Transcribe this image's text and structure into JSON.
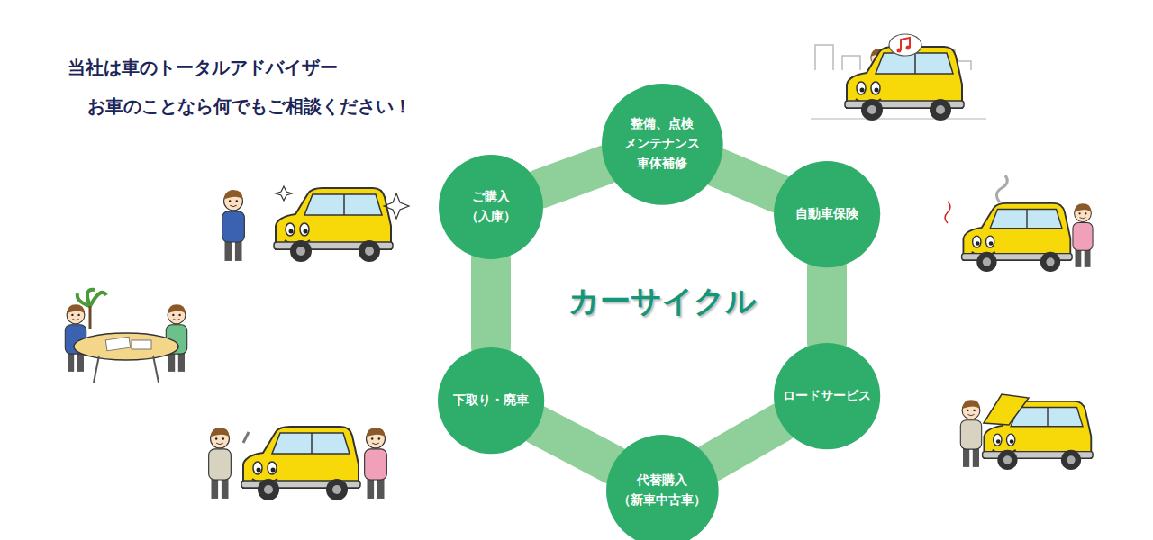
{
  "diagram": {
    "title": "当社は車のトータルアドバイザー",
    "nodes": [
      {
        "text": [
          "整備、点検 メンテナンス 車体補修"
        ]
      },
      {
        "text": [
          "ご購入 （入庫）"
        ]
      },
      {
        "text": [
          "自動車保険"
        ]
      },
      {
        "text": [
          "下取り・廃車"
        ]
      },
      {
        "text": [
          "ロードサービス"
        ]
      },
      {
        "text": [
          "代替購入 （新車中古車）"
        ]
      }
    ],
    "edges": [
      {
        "from": 0,
        "to": 2,
        "arrow": "none"
      },
      {
        "from": 2,
        "to": 4,
        "arrow": "none"
      },
      {
        "from": 4,
        "to": 5,
        "arrow": "none"
      },
      {
        "from": 5,
        "to": 3,
        "arrow": "none"
      },
      {
        "from": 3,
        "to": 1,
        "arrow": "none"
      },
      {
        "from": 1,
        "to": 0,
        "arrow": "none"
      }
    ],
    "labels": [
      "お車のことなら何でもご相談ください！",
      "カーサイクル"
    ]
  }
}
